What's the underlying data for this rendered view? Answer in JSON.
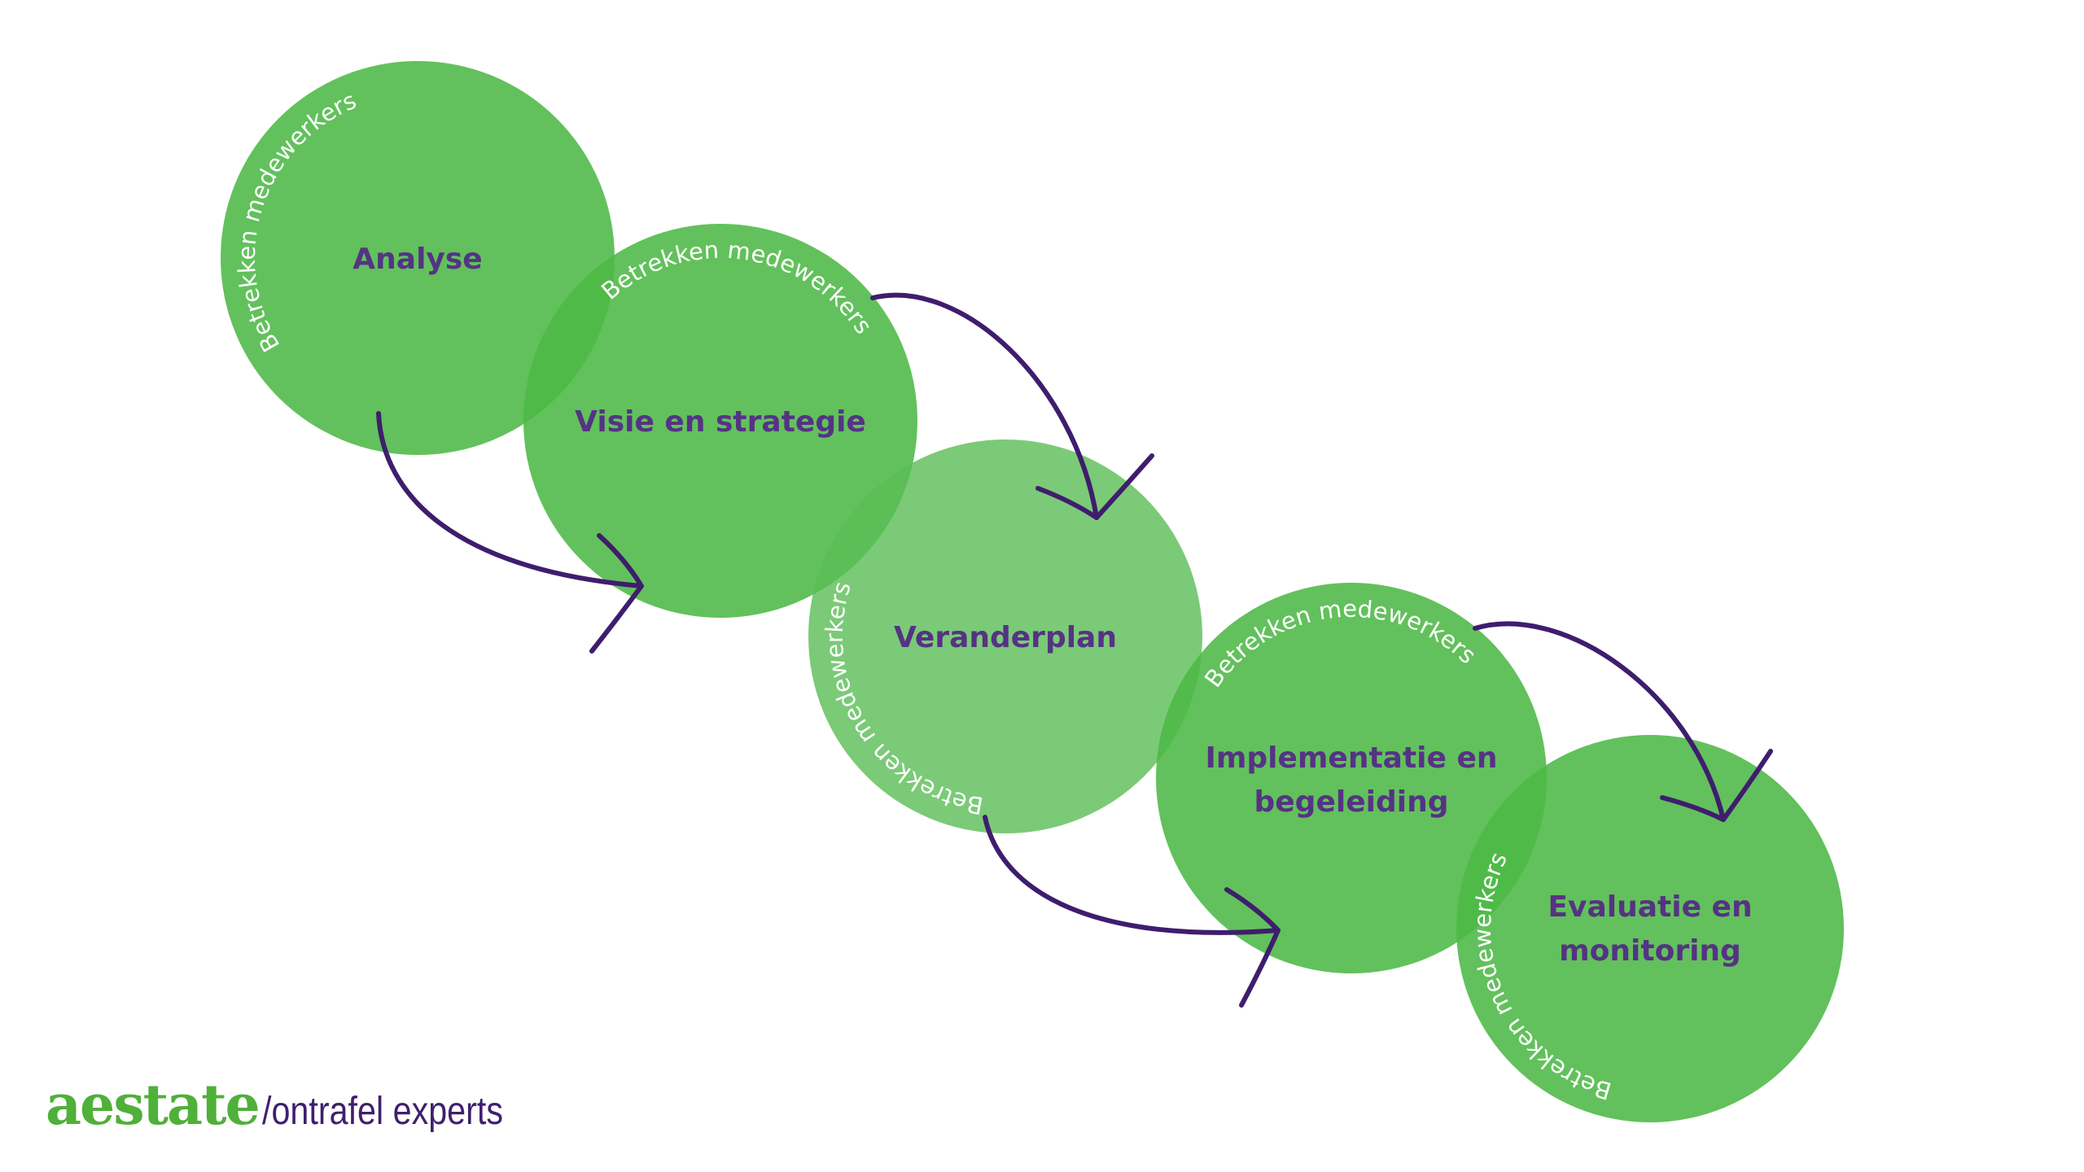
{
  "colors": {
    "circle_fill": "#4cb846",
    "circle_fill_light": "#5abd55",
    "label": "#553384",
    "ring_text": "#ffffff",
    "arrow": "#3f1d6e",
    "logo_brand": "#4fb03a",
    "logo_tag": "#3f1f6e",
    "background": "#ffffff"
  },
  "ring_text": "Betrekken medewerkers",
  "steps": [
    {
      "id": "analyse",
      "lines": [
        "Analyse"
      ]
    },
    {
      "id": "visie",
      "lines": [
        "Visie en strategie"
      ]
    },
    {
      "id": "veranderplan",
      "lines": [
        "Veranderplan"
      ]
    },
    {
      "id": "implementatie",
      "lines": [
        "Implementatie en",
        "begeleiding"
      ]
    },
    {
      "id": "evaluatie",
      "lines": [
        "Evaluatie en",
        "monitoring"
      ]
    }
  ],
  "arrows": [
    {
      "from": "analyse",
      "to": "visie"
    },
    {
      "from": "visie",
      "to": "veranderplan"
    },
    {
      "from": "veranderplan",
      "to": "implementatie"
    },
    {
      "from": "implementatie",
      "to": "evaluatie"
    }
  ],
  "logo": {
    "brand": "aestate",
    "tagline": "/ontrafel experts"
  }
}
